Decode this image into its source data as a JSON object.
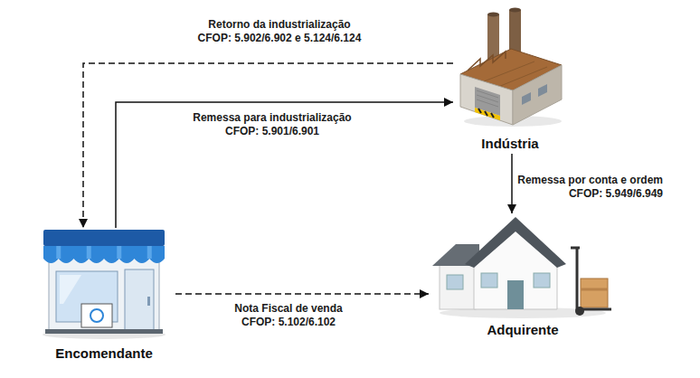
{
  "diagram": {
    "nodes": [
      {
        "text": [
          "Indústria"
        ]
      },
      {
        "text": [
          "Encomendante"
        ]
      },
      {
        "text": [
          "Adquirente"
        ]
      }
    ],
    "edges": [
      {
        "from": 0,
        "to": 1,
        "arrow": "to",
        "label": "Retorno da industrialização CFOP: 5.902/6.902 e 5.124/6.124"
      },
      {
        "from": 1,
        "to": 0,
        "arrow": "to",
        "label": "Remessa para industrialização CFOP: 5.901/6.901"
      },
      {
        "from": 0,
        "to": 2,
        "arrow": "to",
        "label": "Remessa por conta e ordem CFOP: 5.949/6.949"
      },
      {
        "from": 1,
        "to": 2,
        "arrow": "to",
        "label": "Nota Fiscal de venda CFOP: 5.102/6.102"
      }
    ]
  }
}
